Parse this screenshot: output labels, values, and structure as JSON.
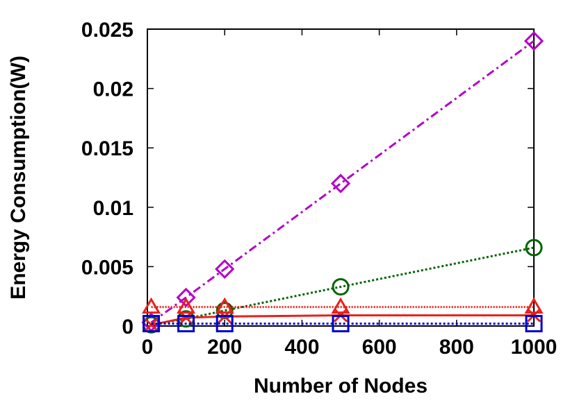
{
  "chart_data": {
    "type": "line",
    "title": "",
    "xlabel": "Number of Nodes",
    "ylabel": "Energy Consumption(W)",
    "xlim": [
      0,
      1000
    ],
    "ylim": [
      0,
      0.025
    ],
    "xticks": [
      "0",
      "200",
      "400",
      "600",
      "800",
      "1000"
    ],
    "yticks": [
      "0",
      "0.005",
      "0.01",
      "0.015",
      "0.02",
      "0.025"
    ],
    "grid": false,
    "legend": "none",
    "series": [
      {
        "x": [
          10,
          100,
          200,
          500,
          1000
        ],
        "values": [
          0.0003,
          0.0024,
          0.0048,
          0.012,
          0.024
        ],
        "color": "#b400c8",
        "marker": "diamond",
        "dash": "12 5 3 5"
      },
      {
        "x": [
          10,
          100,
          200,
          500,
          1000
        ],
        "values": [
          0.0001,
          0.0006,
          0.0013,
          0.0033,
          0.0066
        ],
        "color": "#006400",
        "marker": "circle",
        "dash": "3 3"
      },
      {
        "x": [
          10,
          100,
          200,
          500,
          1000
        ],
        "values": [
          0.0016,
          0.0016,
          0.0016,
          0.0016,
          0.0016
        ],
        "color": "#e8201a",
        "marker": "triangle",
        "dash": "2 2"
      },
      {
        "x": [
          10,
          100,
          200,
          500,
          1000
        ],
        "values": [
          0.0001,
          0.0007,
          0.0008,
          0.0009,
          0.0009
        ],
        "color": "#e8201a",
        "marker": "x",
        "dash": ""
      },
      {
        "x": [
          10,
          100,
          200,
          500,
          1000
        ],
        "values": [
          0.0002,
          0.0002,
          0.0002,
          0.0002,
          0.0002
        ],
        "color": "#0000cc",
        "marker": "square",
        "dash": "3 3"
      }
    ]
  }
}
